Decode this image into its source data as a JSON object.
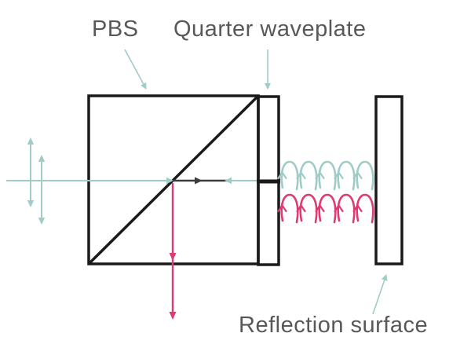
{
  "diagram": {
    "labels": {
      "pbs": "PBS",
      "quarter_waveplate": "Quarter waveplate",
      "reflection_surface": "Reflection surface"
    },
    "colors": {
      "background": "#ffffff",
      "beam_teal": "#9fccc6",
      "beam_pink": "#e03a72",
      "beam_dark": "#3d3d3d",
      "outline_black": "#1a1a1a",
      "label_gray": "#57585a"
    },
    "circular_polarization": {
      "top_row": {
        "color": "teal",
        "count": 5
      },
      "bottom_row": {
        "color": "pink",
        "count": 5
      }
    },
    "linear_polarization_arrows": {
      "count": 2,
      "color": "teal"
    }
  }
}
